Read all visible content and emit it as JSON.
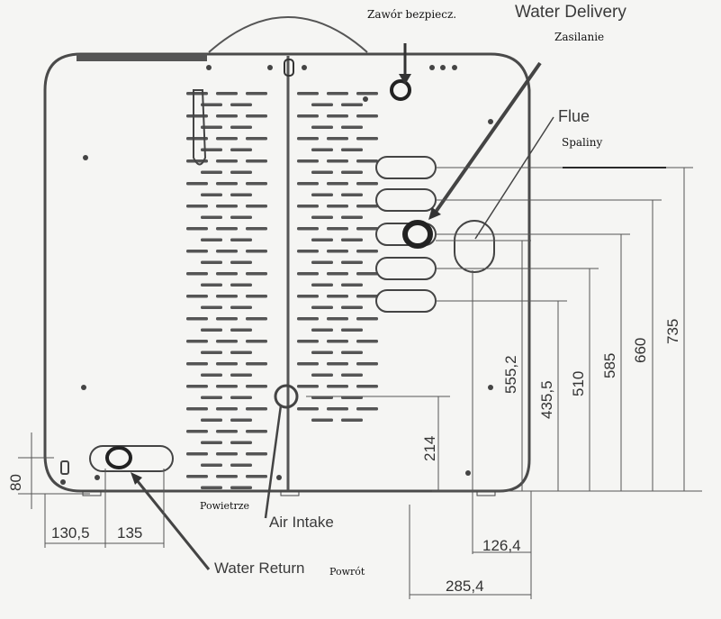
{
  "diagram": {
    "title": "Boiler rear connection dimensions",
    "labels": {
      "safety_valve_pl": "Zawór bezpiecz.",
      "water_delivery": "Water Delivery",
      "water_delivery_pl": "Zasilanie",
      "flue": "Flue",
      "flue_pl": "Spaliny",
      "air_intake": "Air Intake",
      "air_intake_pl": "Powietrze",
      "water_return": "Water Return",
      "water_return_pl": "Powrót"
    },
    "dimensions": {
      "h_80": "80",
      "w_130_5": "130,5",
      "w_135": "135",
      "h_214": "214",
      "h_555_2": "555,2",
      "h_435_5": "435,5",
      "h_510": "510",
      "h_585": "585",
      "h_660": "660",
      "h_735": "735",
      "w_126_4": "126,4",
      "w_285_4": "285,4"
    },
    "colors": {
      "line": "#4a4a4a",
      "background": "#f5f5f3",
      "text": "#333333"
    }
  }
}
